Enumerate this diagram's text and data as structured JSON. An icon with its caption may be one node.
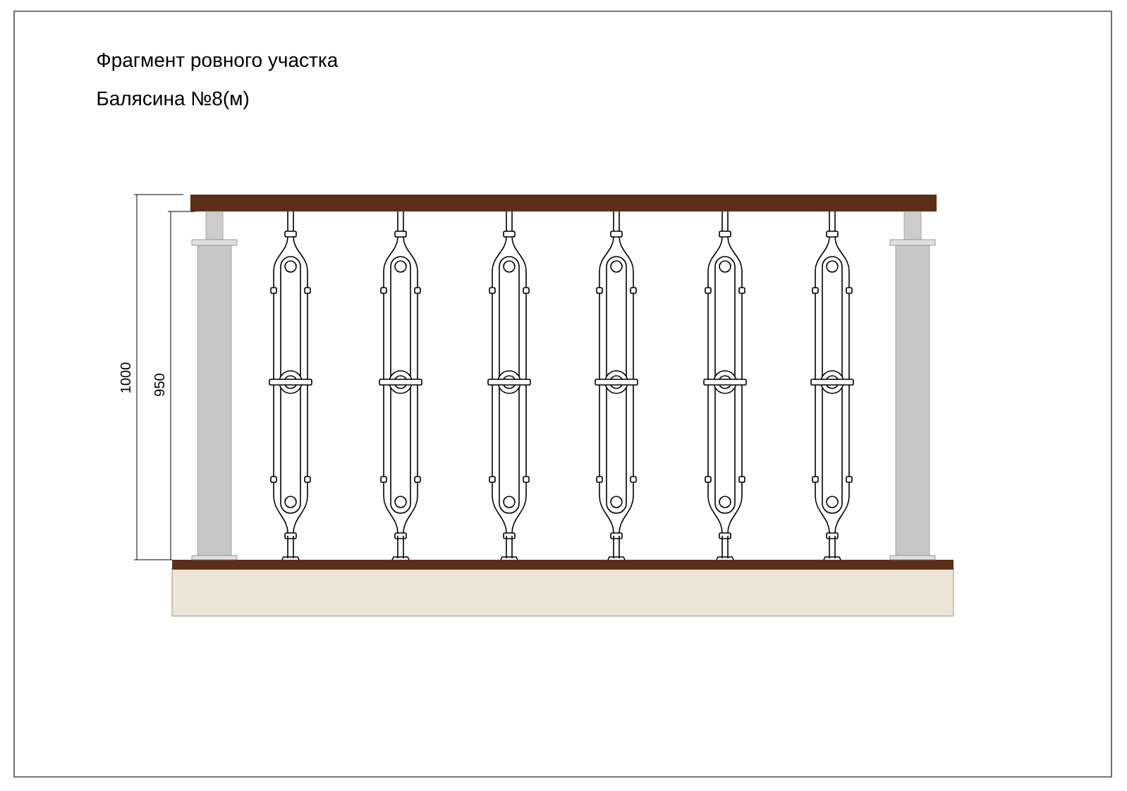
{
  "diagram": {
    "title": "Фрагмент ровного участка",
    "labels": [
      "Балясина №8(м)",
      "1000",
      "950"
    ]
  }
}
